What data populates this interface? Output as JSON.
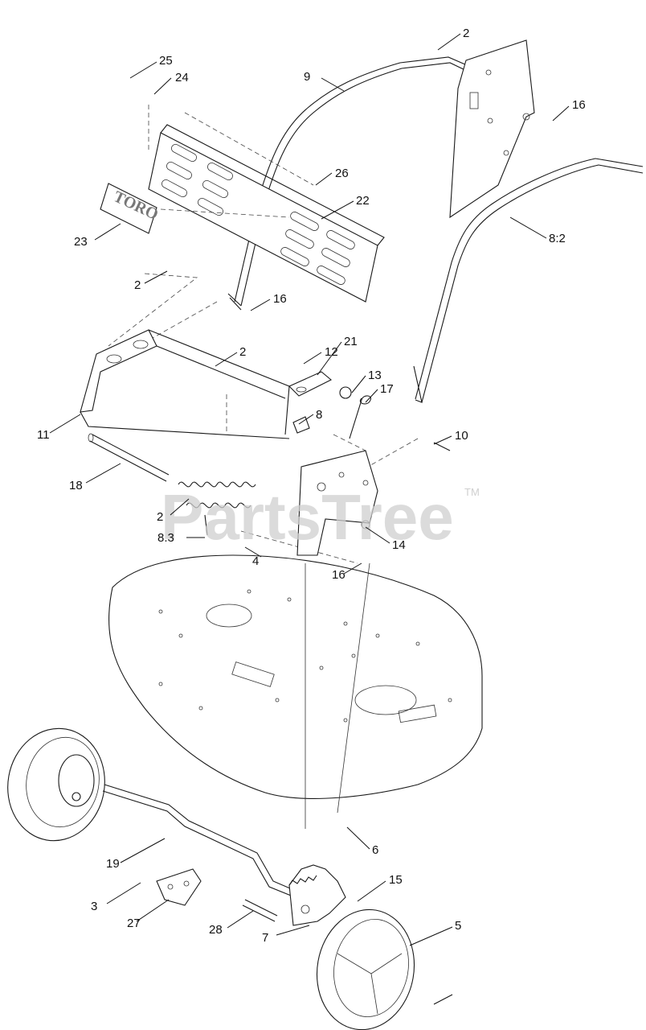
{
  "watermark": {
    "text": "PartsTree",
    "tm": "TM"
  },
  "decal_text": "TORO",
  "callouts": [
    "2",
    "9",
    "16",
    "25",
    "24",
    "26",
    "22",
    "23",
    "2",
    "16",
    "8:2",
    "2",
    "12",
    "21",
    "13",
    "17",
    "8",
    "11",
    "10",
    "18",
    "2",
    "14",
    "8.3",
    "4",
    "16",
    "6",
    "19",
    "15",
    "3",
    "27",
    "28",
    "7",
    "5"
  ],
  "colors": {
    "line": "#1a1a1a",
    "watermark": "#cfcfcf"
  }
}
